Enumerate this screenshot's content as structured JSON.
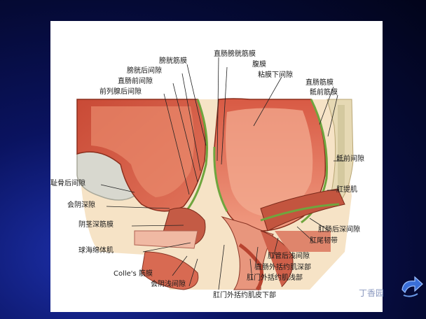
{
  "labels": {
    "vesical_fascia": "膀胱筋膜",
    "rectovesical_fascia": "直肠膀胱筋膜",
    "peritoneum": "腹膜",
    "retrovesical_space": "膀胱后间隙",
    "submucosal_space": "粘膜下间隙",
    "prerectal_space": "直肠前间隙",
    "rectal_fascia": "直肠筋膜",
    "retroprostatic_space": "前列腺后间隙",
    "presacral_fascia": "骶前筋膜",
    "presacral_space": "骶前间隙",
    "retropubic_space": "耻骨后间隙",
    "levator_ani": "肛提肌",
    "deep_perineal_space": "会阴深隙",
    "deep_penile_fascia": "阴茎深筋膜",
    "deep_retrorectal_space": "肛肠后深间隙",
    "anococcygeal_ligament": "肛尾韧带",
    "bulbospongiosus": "球海绵体肌",
    "superficial_postanal_space": "肛管后浅间隙",
    "deep_external_sphincter": "直肠外括约肌深部",
    "colles_fascia": "Colle's 筋膜",
    "superficial_external_sphincter": "肛门外括约肌浅部",
    "superficial_perineal_space": "会阴浅间隙",
    "subcutaneous_external_sphincter": "肛门外括约肌皮下部"
  },
  "watermark": "丁香园",
  "colors": {
    "background": "#050a35",
    "muscle": "#d6553f",
    "fascia_green": "#7fb44a",
    "fat_yellow": "#f1d98a",
    "mucosa_pink": "#e8a08a"
  },
  "icons": {
    "nav": "forward-arrow-icon"
  }
}
